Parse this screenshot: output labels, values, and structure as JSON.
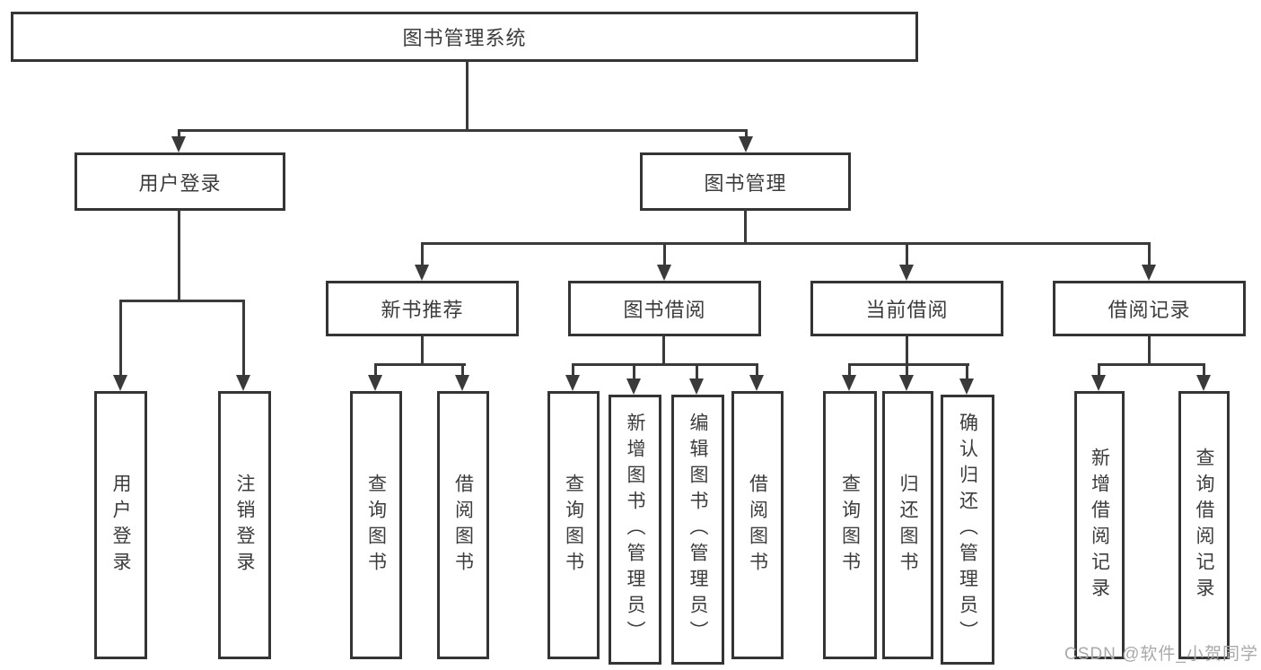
{
  "title": "图书管理系统",
  "tree": {
    "label": "图书管理系统",
    "children": [
      {
        "label": "用户登录",
        "children": [
          {
            "label": "用户登录"
          },
          {
            "label": "注销登录"
          }
        ]
      },
      {
        "label": "图书管理",
        "children": [
          {
            "label": "新书推荐",
            "children": [
              {
                "label": "查询图书"
              },
              {
                "label": "借阅图书"
              }
            ]
          },
          {
            "label": "图书借阅",
            "children": [
              {
                "label": "查询图书"
              },
              {
                "label": "新增图书（管理员）"
              },
              {
                "label": "编辑图书（管理员）"
              },
              {
                "label": "借阅图书"
              }
            ]
          },
          {
            "label": "当前借阅",
            "children": [
              {
                "label": "查询图书"
              },
              {
                "label": "归还图书"
              },
              {
                "label": "确认归还（管理员）"
              }
            ]
          },
          {
            "label": "借阅记录",
            "children": [
              {
                "label": "新增借阅记录"
              },
              {
                "label": "查询借阅记录"
              }
            ]
          }
        ]
      }
    ]
  },
  "watermark": {
    "text": "CSDN @软件_小贺同学"
  },
  "colors": {
    "box_border": "#343434",
    "line": "#3a3a3a",
    "text": "#3c3c3c",
    "watermark": "#a9a9a9",
    "background": "#ffffff"
  }
}
